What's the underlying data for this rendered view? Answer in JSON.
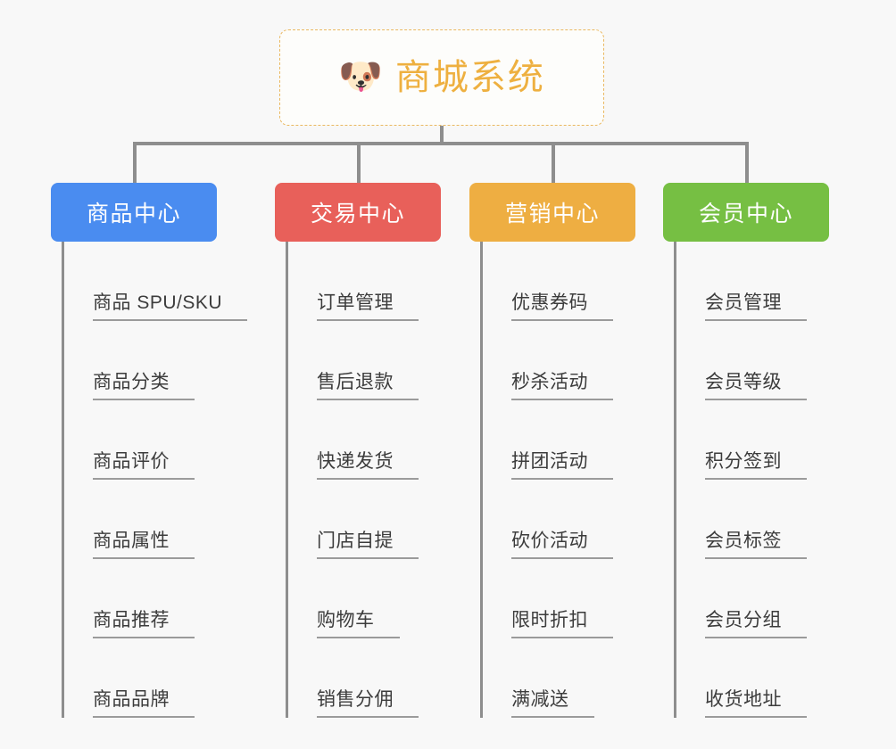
{
  "root": {
    "icon": "shiba-dog-face-icon",
    "emoji": "🐶",
    "title": "商城系统",
    "border_color": "#eab860",
    "text_color": "#eeb040"
  },
  "connector": {
    "color": "#8e8e8e"
  },
  "columns": [
    {
      "id": "product-center",
      "title": "商品中心",
      "color": "#4a8cf0",
      "items": [
        {
          "label": "商品 SPU/SKU"
        },
        {
          "label": "商品分类"
        },
        {
          "label": "商品评价"
        },
        {
          "label": "商品属性"
        },
        {
          "label": "商品推荐"
        },
        {
          "label": "商品品牌"
        }
      ]
    },
    {
      "id": "trade-center",
      "title": "交易中心",
      "color": "#e8605a",
      "items": [
        {
          "label": "订单管理"
        },
        {
          "label": "售后退款"
        },
        {
          "label": "快递发货"
        },
        {
          "label": "门店自提"
        },
        {
          "label": "购物车"
        },
        {
          "label": "销售分佣"
        }
      ]
    },
    {
      "id": "marketing-center",
      "title": "营销中心",
      "color": "#eeae42",
      "items": [
        {
          "label": "优惠券码"
        },
        {
          "label": "秒杀活动"
        },
        {
          "label": "拼团活动"
        },
        {
          "label": "砍价活动"
        },
        {
          "label": "限时折扣"
        },
        {
          "label": "满减送"
        }
      ]
    },
    {
      "id": "member-center",
      "title": "会员中心",
      "color": "#76bf43",
      "items": [
        {
          "label": "会员管理"
        },
        {
          "label": "会员等级"
        },
        {
          "label": "积分签到"
        },
        {
          "label": "会员标签"
        },
        {
          "label": "会员分组"
        },
        {
          "label": "收货地址"
        }
      ]
    }
  ]
}
